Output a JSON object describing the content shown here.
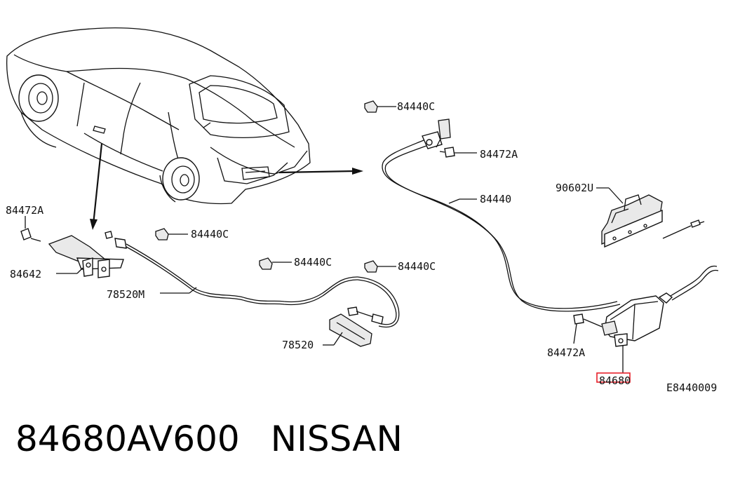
{
  "labels": {
    "c84440c_top": "84440C",
    "a84472a_top": "84472A",
    "cable_84440": "84440",
    "p90602u": "90602U",
    "a84472a_left": "84472A",
    "p84642": "84642",
    "c84440c_left": "84440C",
    "c84440c_mid": "84440C",
    "c84440c_right": "84440C",
    "p78520m": "78520M",
    "p78520": "78520",
    "a84472a_bottom": "84472A",
    "p84680": "84680",
    "ref_code": "E8440009"
  },
  "caption": {
    "part_number": "84680AV600",
    "brand": "NISSAN"
  },
  "highlight_color": "#e8202a"
}
